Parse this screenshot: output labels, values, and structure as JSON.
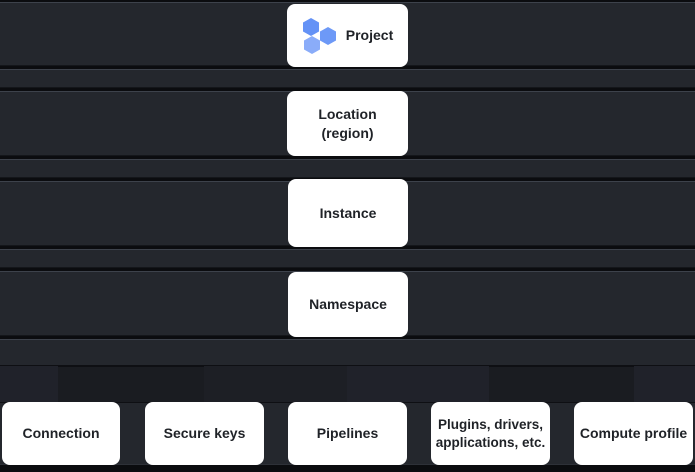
{
  "diagram": {
    "type": "resource-hierarchy",
    "levels": [
      {
        "id": "project",
        "label": "Project",
        "icon": "project-hexagons-icon"
      },
      {
        "id": "location",
        "label": "Location (region)"
      },
      {
        "id": "instance",
        "label": "Instance"
      },
      {
        "id": "namespace",
        "label": "Namespace"
      }
    ],
    "leaves": [
      {
        "id": "connection",
        "label": "Connection"
      },
      {
        "id": "secure-keys",
        "label": "Secure keys"
      },
      {
        "id": "pipelines",
        "label": "Pipelines"
      },
      {
        "id": "plugins",
        "label": "Plugins, drivers, applications, etc."
      },
      {
        "id": "compute-profile",
        "label": "Compute profile"
      }
    ],
    "colors": {
      "card_background": "#ffffff",
      "card_text": "#1f2227",
      "band_fill": "#24272d",
      "band_highlight": "#3d424b",
      "page_background": "#0b0c0f",
      "icon_blue_top": "#6492f6",
      "icon_blue_bottom": "#8aacf9",
      "icon_blue_right": "#6d99f7"
    }
  }
}
